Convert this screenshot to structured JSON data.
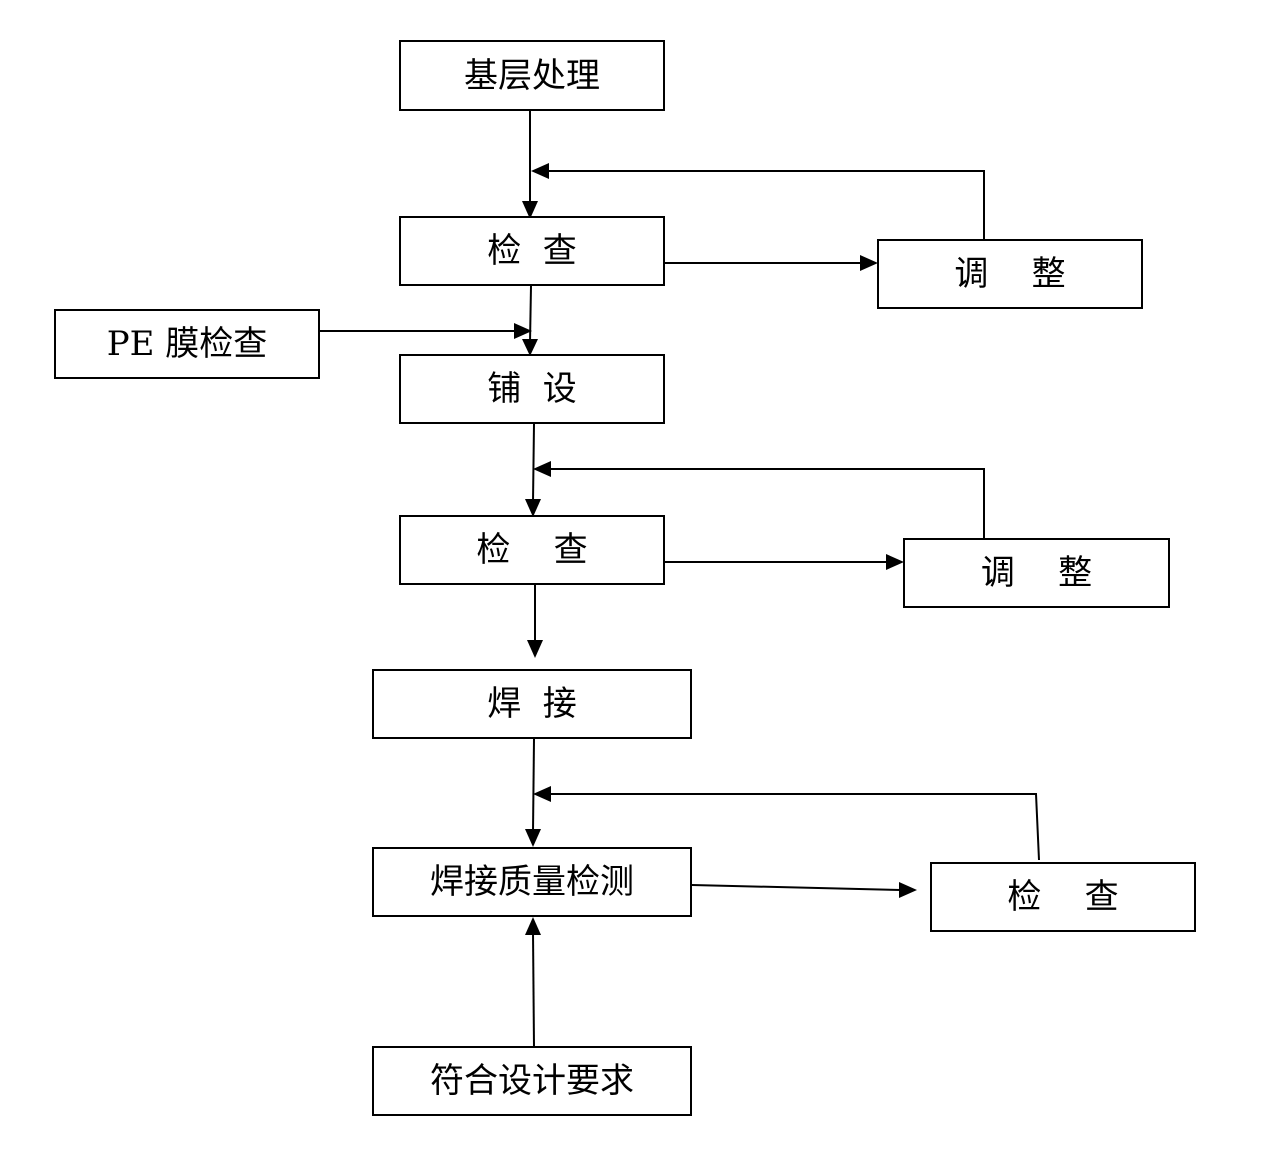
{
  "diagram": {
    "nodes": {
      "base_treatment": "基层处理",
      "inspect_1": "检  查",
      "adjust_1": "调    整",
      "pe_film_check": "PE 膜检查",
      "laying": "铺  设",
      "inspect_2": "检    查",
      "adjust_2": "调    整",
      "welding": "焊  接",
      "weld_quality_test": "焊接质量检测",
      "inspect_3": "检    查",
      "meets_design": "符合设计要求"
    },
    "colors": {
      "line": "#000000",
      "box_border": "#000000",
      "background": "#ffffff"
    }
  }
}
